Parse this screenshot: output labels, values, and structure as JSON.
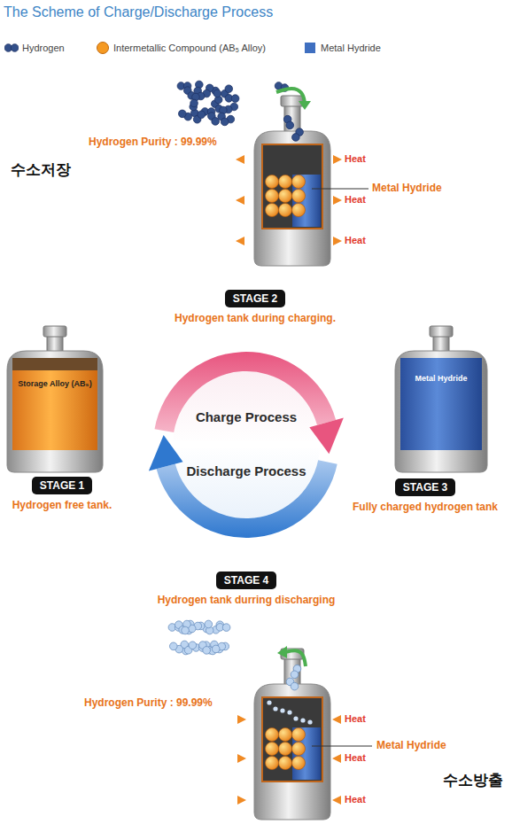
{
  "diagram": {
    "title": "The Scheme of Charge/Discharge Process",
    "nodes": [
      {
        "text": [
          "STAGE 2",
          "Hydrogen tank during charging."
        ]
      },
      {
        "text": [
          "Storage Alloy (AB₅)"
        ]
      },
      {
        "text": [
          "Charge Process",
          "Discharge Process"
        ]
      },
      {
        "text": [
          "Metal Hydride"
        ]
      },
      {
        "text": [
          "STAGE 1",
          "Hydrogen free tank."
        ]
      },
      {
        "text": [
          "STAGE 3",
          "Fully charged hydrogen tank"
        ]
      },
      {
        "text": [
          "STAGE 4",
          "Hydrogen tank durring discharging"
        ]
      }
    ],
    "labels": [
      "Hydrogen Purity : 99.99%",
      "수소저장",
      "Heat",
      "Heat",
      "Heat",
      "Metal Hydride",
      "Hydrogen Purity : 99.99%",
      "Heat",
      "Metal Hydride",
      "Heat",
      "수소방출",
      "Heat"
    ],
    "legend": [
      {
        "text": "Hydrogen"
      },
      {
        "text": "Intermetallic Compound (AB₅ Alloy)",
        "color": "#f59a23"
      },
      {
        "text": "Metal Hydride",
        "color": "#3f6fc0"
      }
    ]
  }
}
